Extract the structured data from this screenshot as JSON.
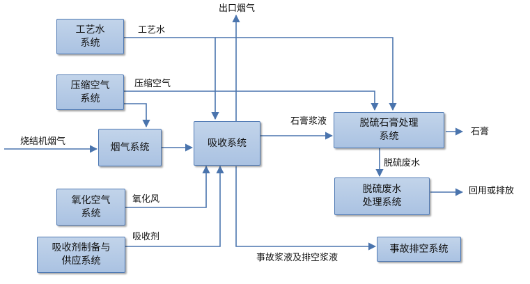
{
  "boxes": {
    "process_water": [
      "工艺水",
      "系统"
    ],
    "compressed_air": [
      "压缩空气",
      "系统"
    ],
    "flue_gas": [
      "烟气系统"
    ],
    "oxidation_air": [
      "氧化空气",
      "系统"
    ],
    "absorbent": [
      "吸收剂制备与",
      "供应系统"
    ],
    "absorption": [
      "吸收系统"
    ],
    "gypsum_treat": [
      "脱硫石膏处理",
      "系统"
    ],
    "wastewater": [
      "脱硫废水",
      "处理系统"
    ],
    "emergency": [
      "事故排空系统"
    ]
  },
  "labels": {
    "outlet_flue_gas": "出口烟气",
    "process_water": "工艺水",
    "compressed_air": "压缩空气",
    "sinter_flue_gas": "烧结机烟气",
    "gypsum_slurry": "石膏浆液",
    "gypsum": "石膏",
    "desulf_wastewater": "脱硫废水",
    "reuse_or_discharge": "回用或排放",
    "oxidation_wind": "氧化风",
    "absorbent": "吸收剂",
    "emergency_slurry": "事故浆液及排空浆液"
  },
  "colors": {
    "line": "#4a74ad",
    "box_border": "#4f79b3",
    "box_fill": "#b4cae6"
  }
}
